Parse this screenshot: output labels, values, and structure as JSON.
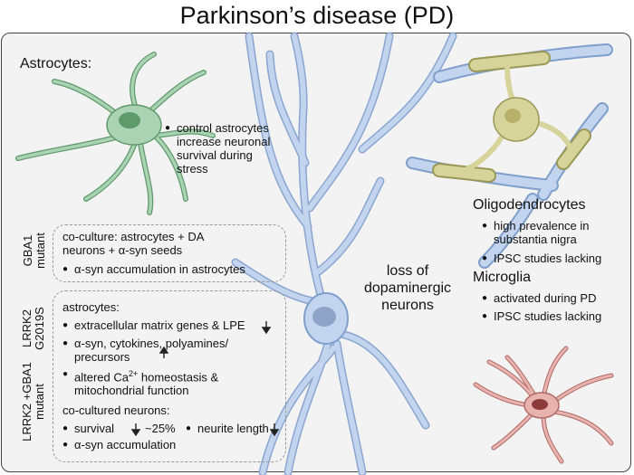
{
  "title": "Parkinson’s disease (PD)",
  "astrocytes": {
    "heading": "Astrocytes:",
    "note_line1": "control astrocytes",
    "note_line2": "increase neuronal",
    "note_line3": "survival during",
    "note_line4": "stress"
  },
  "gba1": {
    "label_line1": "GBA1",
    "label_line2": "mutant",
    "coculture_line1": "co-culture: astrocytes + DA",
    "coculture_line2": "neurons + α-syn seeds",
    "bullet": "α-syn accumulation in astrocytes"
  },
  "lrrk2": {
    "label_a_line1": "LRRK2",
    "label_a_line2": "G2019S",
    "label_b_line1": "LRRK2 +GBA1",
    "label_b_line2": "mutant",
    "astro_heading": "astrocytes:",
    "b1": "extracellular matrix genes & LPE",
    "b2_line1": "α-syn, cytokines, polyamines/",
    "b2_line2": "precursors",
    "b3_line1a": "altered Ca",
    "b3_sup": "2+",
    "b3_line1b": " homeostasis &",
    "b3_line2": "mitochondrial function",
    "cocultured_heading": "co-cultured neurons:",
    "b4a": "survival",
    "b4_pct": "~25%",
    "b4b": "neurite length",
    "b5": "α-syn accumulation"
  },
  "neuron": {
    "line1": "loss of",
    "line2": "dopaminergic",
    "line3": "neurons"
  },
  "oligodendrocytes": {
    "heading": "Oligodendrocytes",
    "b1_line1": "high prevalence in",
    "b1_line2": "substantia nigra",
    "b2": "IPSC studies lacking"
  },
  "microglia": {
    "heading": "Microglia",
    "b1": "activated during PD",
    "b2": "IPSC studies lacking"
  },
  "colors": {
    "astrocyte_fill": "#a9d3b3",
    "astrocyte_stroke": "#5f9a6c",
    "neuron_fill": "#c3d5ee",
    "neuron_stroke": "#7f9fcc",
    "oligo_fill": "#d6d49a",
    "microglia_fill": "#e8b3ae",
    "microglia_stroke": "#b06a66"
  }
}
